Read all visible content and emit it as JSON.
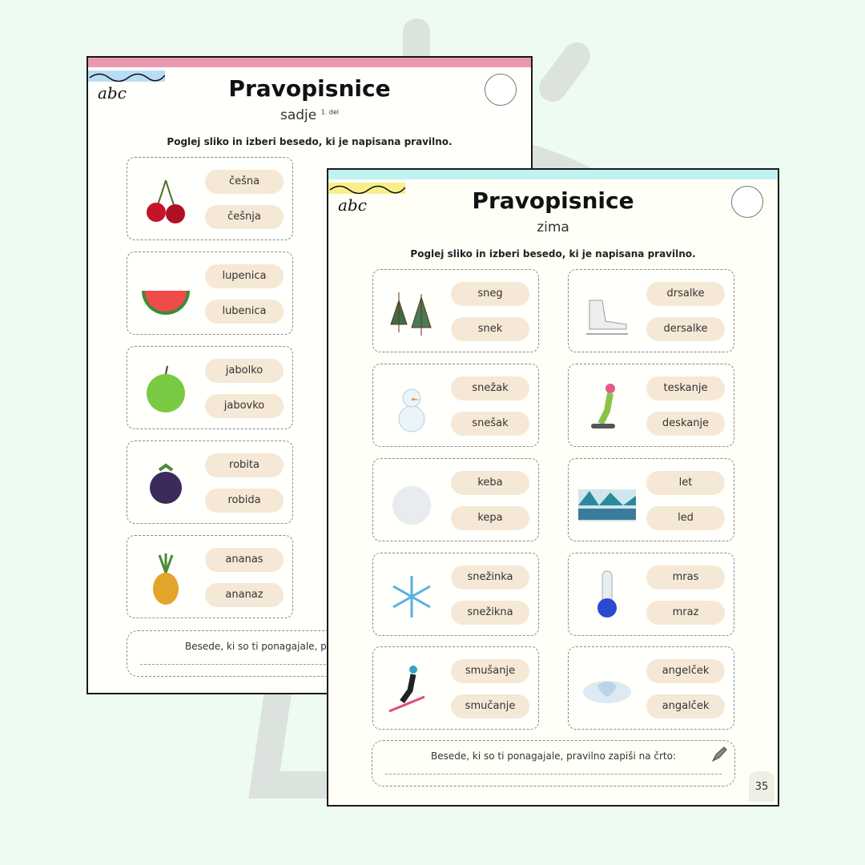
{
  "colors": {
    "background": "#eefbf1",
    "back_bar": "#e899b0",
    "front_bar": "#bff3f2",
    "pill": "#f6e8d6",
    "back_wave": "#b9dcf7",
    "front_wave": "#f9ef8a"
  },
  "back_page": {
    "abc": "abc",
    "title": "Pravopisnice",
    "subtitle": "sadje",
    "subtitle_note": "1. del",
    "instruction": "Poglej sliko in izberi besedo, ki je napisana pravilno.",
    "cards": [
      {
        "icon": "cherry-icon",
        "options": [
          "češna",
          "češnja"
        ]
      },
      {
        "icon": "watermelon-icon",
        "options": [
          "lupenica",
          "lubenica"
        ]
      },
      {
        "icon": "apple-icon",
        "options": [
          "jabolko",
          "jabovko"
        ]
      },
      {
        "icon": "blackberry-icon",
        "options": [
          "robita",
          "robida"
        ]
      },
      {
        "icon": "pineapple-icon",
        "options": [
          "ananas",
          "ananaz"
        ]
      }
    ],
    "footer_text": "Besede, ki so ti ponagajale, p"
  },
  "front_page": {
    "abc": "abc",
    "title": "Pravopisnice",
    "subtitle": "zima",
    "instruction": "Poglej sliko in izberi besedo, ki je napisana pravilno.",
    "cards": [
      {
        "icon": "snowy-trees-icon",
        "options": [
          "sneg",
          "snek"
        ]
      },
      {
        "icon": "ice-skates-icon",
        "options": [
          "drsalke",
          "dersalke"
        ]
      },
      {
        "icon": "snowman-icon",
        "options": [
          "snežak",
          "snešak"
        ]
      },
      {
        "icon": "snowboarder-icon",
        "options": [
          "teskanje",
          "deskanje"
        ]
      },
      {
        "icon": "snowball-icon",
        "options": [
          "keba",
          "kepa"
        ]
      },
      {
        "icon": "ice-landscape-icon",
        "options": [
          "let",
          "led"
        ]
      },
      {
        "icon": "snowflake-icon",
        "options": [
          "snežinka",
          "snežikna"
        ]
      },
      {
        "icon": "thermometer-icon",
        "options": [
          "mras",
          "mraz"
        ]
      },
      {
        "icon": "skier-icon",
        "options": [
          "smušanje",
          "smučanje"
        ]
      },
      {
        "icon": "snow-angel-icon",
        "options": [
          "angelček",
          "angalček"
        ]
      }
    ],
    "footer_text": "Besede, ki so ti ponagajale, pravilno zapiši na črto:",
    "page_number": "35"
  }
}
